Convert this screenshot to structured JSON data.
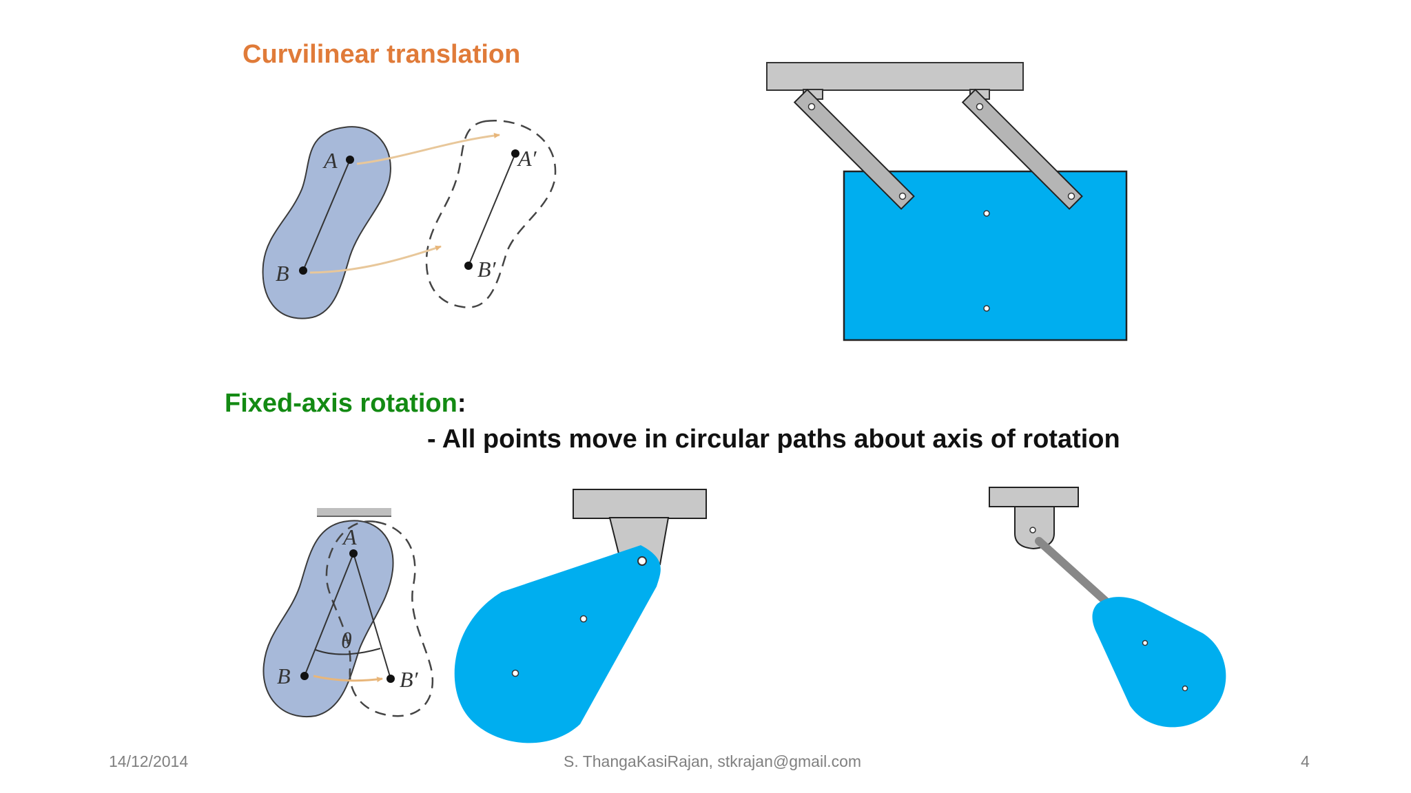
{
  "slide": {
    "curvilinear_title": "Curvilinear translation",
    "fixed_axis_title": "Fixed-axis rotation",
    "fixed_axis_colon": ":",
    "fixed_axis_note": "- All points move in circular paths about axis of rotation"
  },
  "translation_figure": {
    "label_a": "A",
    "label_a_prime": "A′",
    "label_b": "B",
    "label_b_prime": "B′"
  },
  "rotation_figure": {
    "label_a": "A",
    "label_b": "B",
    "label_b_prime": "B′",
    "label_theta": "θ"
  },
  "footer": {
    "date": "14/12/2014",
    "author": "S. ThangaKasiRajan, stkrajan@gmail.com",
    "page_number": "4"
  },
  "colors": {
    "curvilinear_title": "#e07b39",
    "fixed_axis_title": "#138a13",
    "body_blue": "#a7b9d9",
    "link_blue": "#00aeef",
    "support_gray": "#c8c8c8"
  }
}
